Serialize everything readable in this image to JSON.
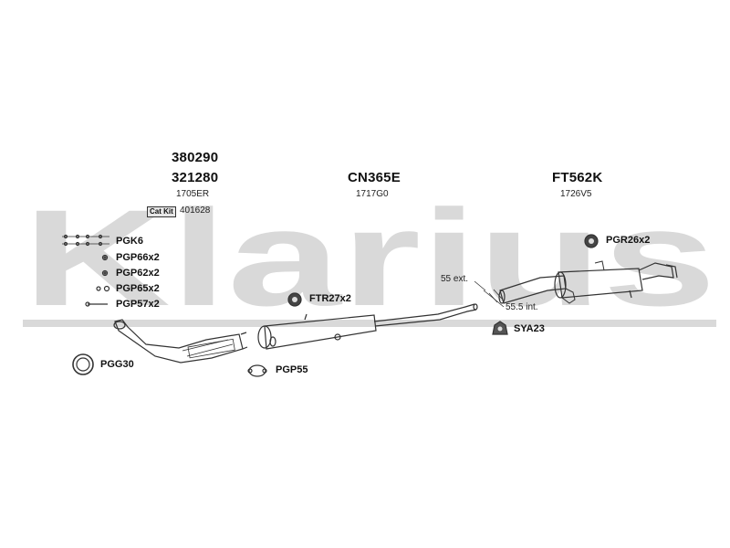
{
  "watermark": {
    "text": "Klarius",
    "color": "#d9d9d9"
  },
  "columns": {
    "left": {
      "part_1": "380290",
      "part_2": "321280",
      "code": "1705ER",
      "catkit_badge": "Cat Kit",
      "catkit_code": "401628"
    },
    "middle": {
      "part": "CN365E",
      "code": "1717G0"
    },
    "right": {
      "part": "FT562K",
      "code": "1726V5"
    }
  },
  "fittings": [
    {
      "icon": "bolt-kit-icon",
      "label": "PGK6"
    },
    {
      "icon": "nut-icon",
      "label": "PGP66x2"
    },
    {
      "icon": "nut-icon",
      "label": "PGP62x2"
    },
    {
      "icon": "washer-icon",
      "label": "PGP65x2"
    },
    {
      "icon": "bolt-icon",
      "label": "PGP57x2"
    }
  ],
  "labels": {
    "pgg30": "PGG30",
    "pgp55": "PGP55",
    "ftr27": "FTR27x2",
    "pgr26": "PGR26x2",
    "sya23": "SYA23",
    "ext": "55 ext.",
    "int": "55.5 int."
  }
}
